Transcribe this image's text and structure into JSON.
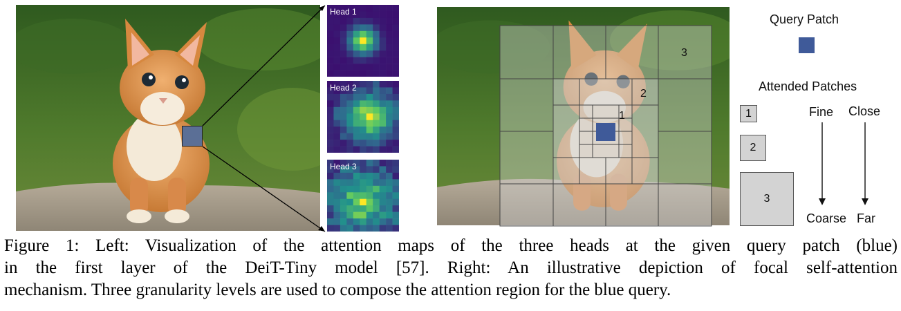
{
  "heads": [
    {
      "label": "Head 1",
      "peak": [
        5,
        5
      ],
      "spread": 1.3,
      "noise": 0.05
    },
    {
      "label": "Head 2",
      "peak": [
        5,
        6
      ],
      "spread": 2.2,
      "noise": 0.22
    },
    {
      "label": "Head 3",
      "peak": [
        6,
        5
      ],
      "spread": 2.6,
      "noise": 0.35
    }
  ],
  "colors": {
    "query": "#3f5a99",
    "legend_fill": "#d3d3d3",
    "grid_line": "#444444",
    "heat_low": "#3b0f6f",
    "heat_mid": "#21918c",
    "heat_high": "#fde725"
  },
  "legend": {
    "query_label": "Query Patch",
    "attended_label": "Attended Patches",
    "levels": [
      "1",
      "2",
      "3"
    ],
    "fine_label": "Fine",
    "coarse_label": "Coarse",
    "close_label": "Close",
    "far_label": "Far"
  },
  "grid_labels": [
    "1",
    "2",
    "3"
  ],
  "caption": {
    "line1": "Figure 1: Left: Visualization of the attention maps of the three heads at the given query patch (blue)",
    "line2": "in the first layer of the DeiT-Tiny model [57]. Right: An illustrative depiction of focal self-attention",
    "line3": "mechanism. Three granularity levels are used to compose the attention region for the blue query."
  }
}
